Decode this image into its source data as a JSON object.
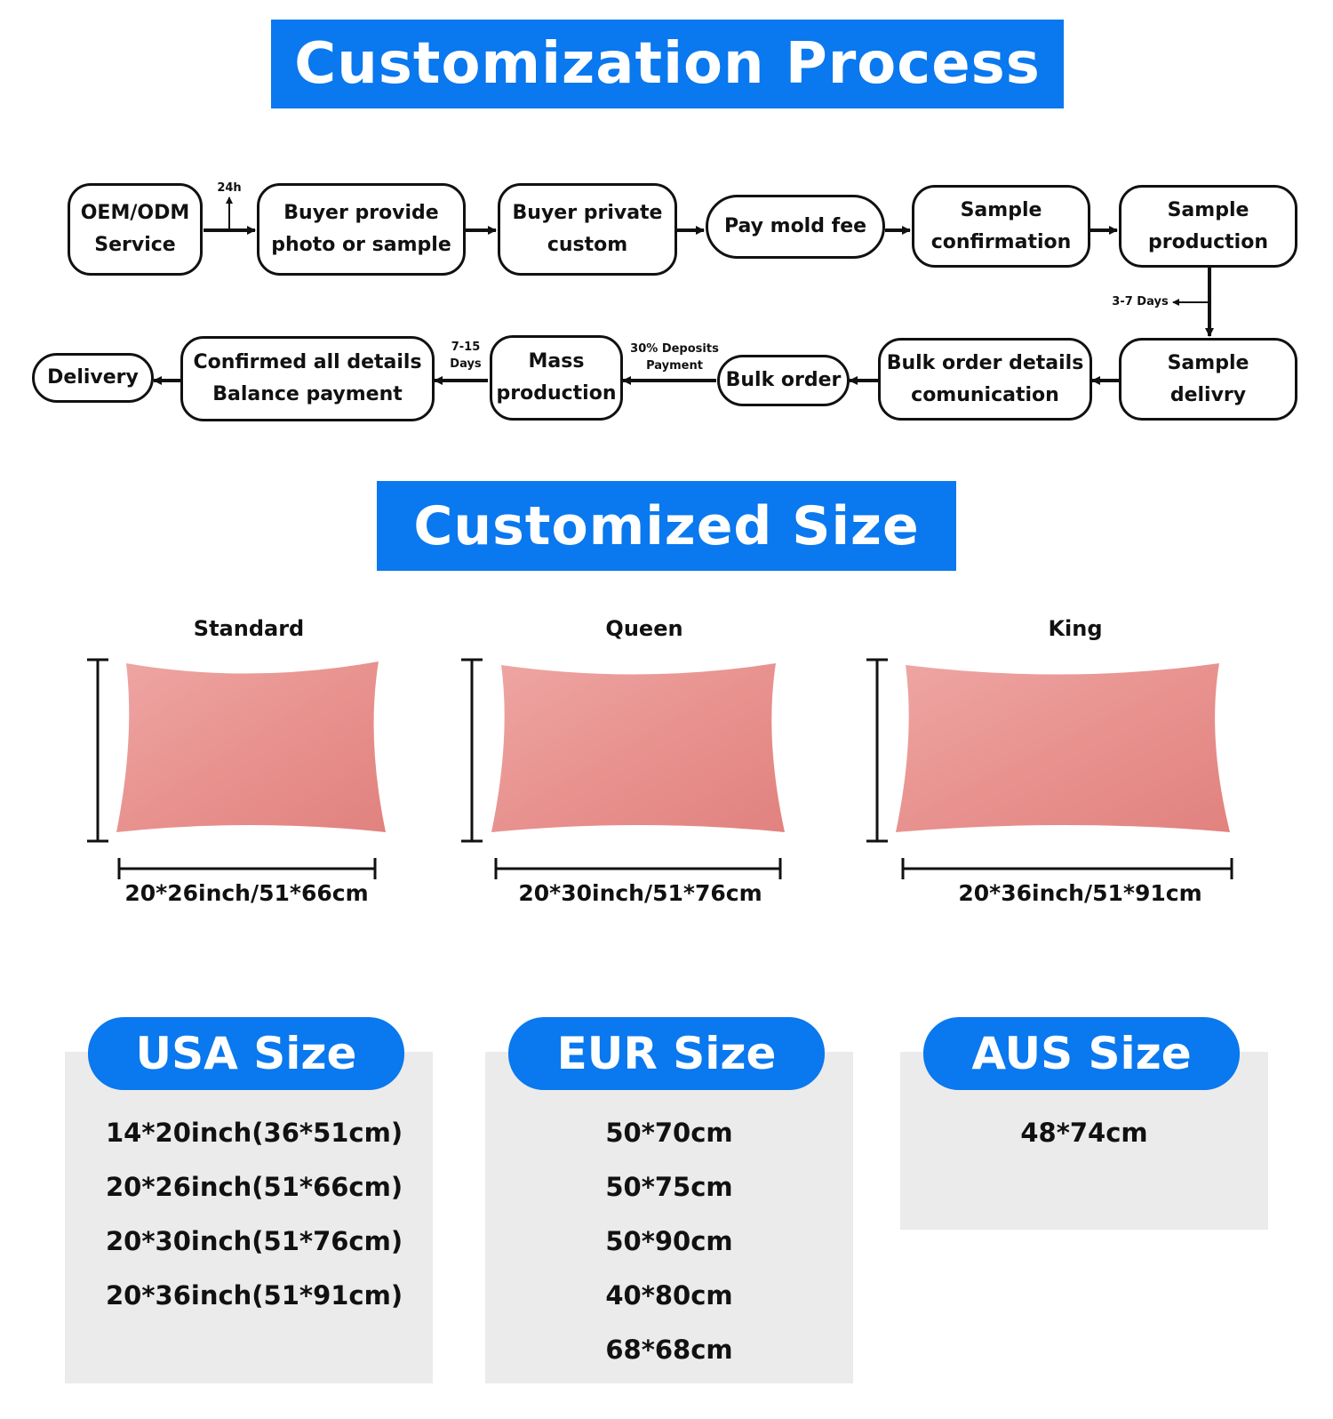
{
  "process": {
    "title": "Customization Process",
    "nodes": {
      "oem": [
        "OEM/ODM",
        "Service"
      ],
      "buyer_provide": [
        "Buyer provide",
        "photo or sample"
      ],
      "buyer_private": [
        "Buyer private",
        "custom"
      ],
      "pay_mold": [
        "Pay mold fee"
      ],
      "sample_confirm": [
        "Sample",
        "confirmation"
      ],
      "sample_production": [
        "Sample",
        "production"
      ],
      "sample_delivery": [
        "Sample",
        "delivry"
      ],
      "bulk_details": [
        "Bulk order details",
        "comunication"
      ],
      "bulk_order": [
        "Bulk order"
      ],
      "mass_production": [
        "Mass",
        "production"
      ],
      "confirmed": [
        "Confirmed all details",
        "Balance payment"
      ],
      "delivery": [
        "Delivery"
      ]
    },
    "notes": {
      "h24": "24h",
      "days_3_7": "3-7 Days",
      "days_7_15_a": "7-15",
      "days_7_15_b": "Days",
      "deposit_a": "30% Deposits",
      "deposit_b": "Payment"
    }
  },
  "sizes": {
    "title": "Customized Size",
    "items": [
      {
        "name": "Standard",
        "dims": "20*26inch/51*66cm"
      },
      {
        "name": "Queen",
        "dims": "20*30inch/51*76cm"
      },
      {
        "name": "King",
        "dims": "20*36inch/51*91cm"
      }
    ],
    "pillow_color": "#e8928f"
  },
  "regions": {
    "usa": {
      "title": "USA Size",
      "items": [
        "14*20inch(36*51cm)",
        "20*26inch(51*66cm)",
        "20*30inch(51*76cm)",
        "20*36inch(51*91cm)"
      ]
    },
    "eur": {
      "title": "EUR Size",
      "items": [
        "50*70cm",
        "50*75cm",
        "50*90cm",
        "40*80cm",
        "68*68cm"
      ]
    },
    "aus": {
      "title": "AUS Size",
      "items": [
        "48*74cm"
      ]
    }
  },
  "colors": {
    "accent": "#0a78ee",
    "panel": "#ebebeb"
  }
}
